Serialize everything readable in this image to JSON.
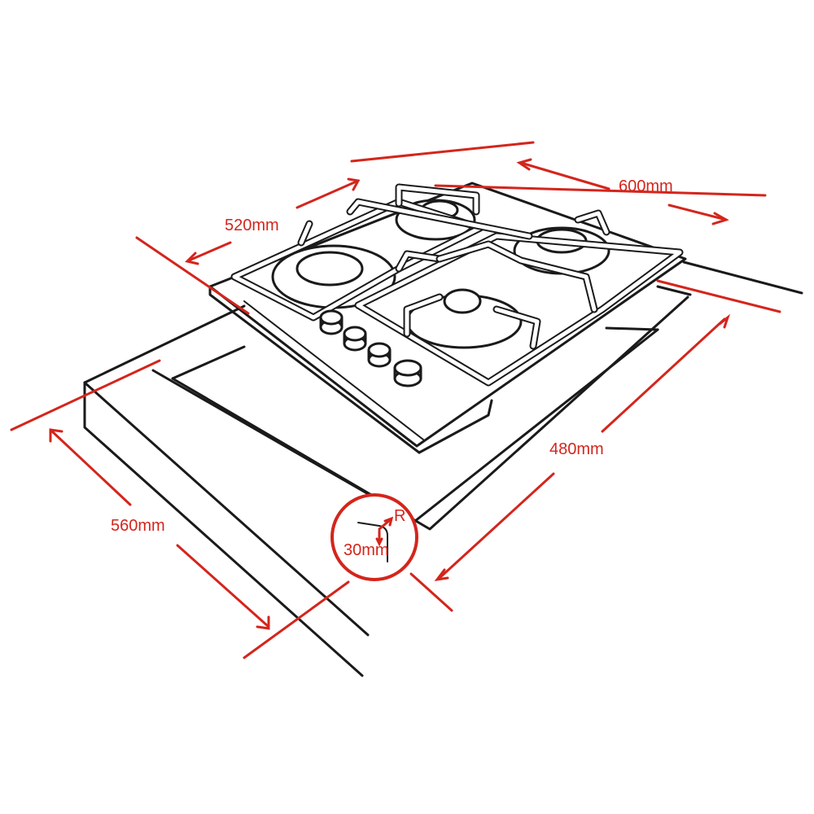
{
  "dimensions": {
    "width_label": "600mm",
    "depth_label": "520mm",
    "cutout_width_label": "480mm",
    "cutout_depth_label": "560mm"
  },
  "detail": {
    "radius_label": "R",
    "offset_label": "30mm"
  },
  "colors": {
    "outline": "#1a1a1a",
    "dimension": "#d4251c",
    "background": "#ffffff"
  }
}
